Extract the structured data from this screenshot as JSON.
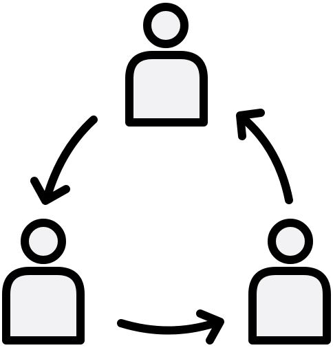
{
  "colors": {
    "stroke": "#000000",
    "fill": "#f2f2f4",
    "background": "#ffffff"
  },
  "icons": {
    "person": "person-icon",
    "arrow": "curved-arrow-icon"
  },
  "diagram": {
    "nodes": [
      {
        "id": "top",
        "icon": "person-icon"
      },
      {
        "id": "bottom-left",
        "icon": "person-icon"
      },
      {
        "id": "bottom-right",
        "icon": "person-icon"
      }
    ],
    "edges": [
      {
        "from": "top",
        "to": "bottom-left"
      },
      {
        "from": "bottom-left",
        "to": "bottom-right"
      },
      {
        "from": "bottom-right",
        "to": "top"
      }
    ]
  }
}
